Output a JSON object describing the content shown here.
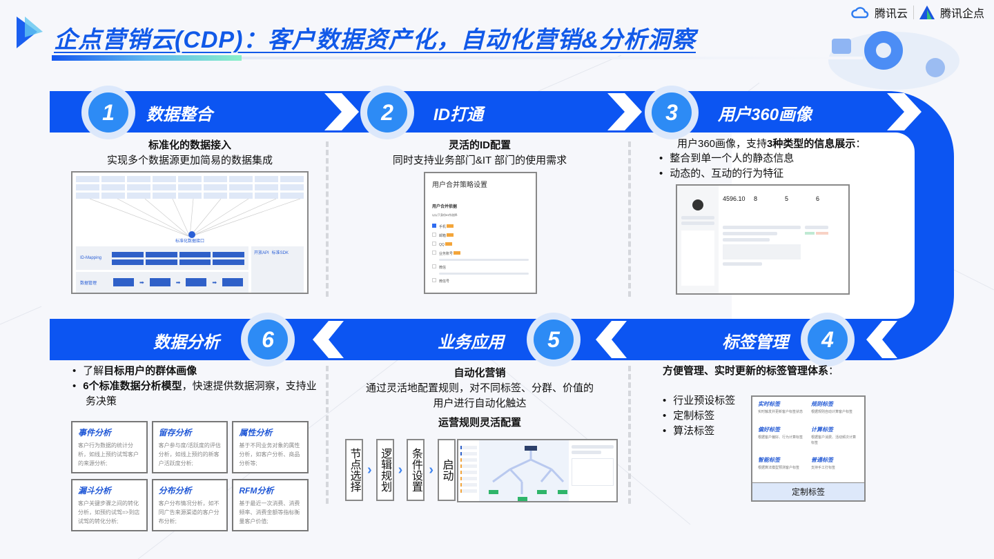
{
  "title": "企点营销云(CDP)：客户数据资产化，自动化营销&分析洞察",
  "logos": {
    "tencent_cloud": "腾讯云",
    "tencent_qidian": "腾讯企点"
  },
  "steps": [
    {
      "num": "1",
      "title": "数据整合"
    },
    {
      "num": "2",
      "title": "ID打通"
    },
    {
      "num": "3",
      "title": "用户360画像"
    },
    {
      "num": "4",
      "title": "标签管理"
    },
    {
      "num": "5",
      "title": "业务应用"
    },
    {
      "num": "6",
      "title": "数据分析"
    }
  ],
  "s1": {
    "heading": "标准化的数据接入",
    "sub": "实现多个数据源更加简易的数据集成",
    "mock": {
      "center": "标准化数据接口",
      "id_mapping": "ID-Mapping",
      "data_mgmt": "数据管理",
      "open_api": "开放API",
      "sdk": "标准SDK"
    }
  },
  "s2": {
    "heading": "灵活的ID配置",
    "sub": "同时支持业务部门&IT 部门的使用需求",
    "mock": {
      "title": "用户合并策略设置",
      "section": "用户合并依据",
      "hint": "以以下身份ID作选择:",
      "opts": [
        "手机",
        "邮箱",
        "QQ",
        "业务账号",
        "微信",
        "微信号"
      ]
    }
  },
  "s3": {
    "intro_pre": "用户360画像，支持",
    "intro_bold": "3种类型的信息展示",
    "intro_post": "：",
    "bullets": [
      "整合到单一个人的静态信息",
      "动态的、互动的行为特征"
    ],
    "mock": {
      "metrics": [
        "4596.10",
        "8",
        "5",
        "6"
      ]
    }
  },
  "s4": {
    "heading": "方便管理、实时更新的标签管理体系",
    "heading_post": "：",
    "bullets": [
      "行业预设标签",
      "定制标签",
      "算法标签"
    ],
    "tags": [
      {
        "name": "实时标签",
        "desc": "实时触发并更新客户标签状态"
      },
      {
        "name": "规则标签",
        "desc": "根据规则自动计算客户标签"
      },
      {
        "name": "偏好标签",
        "desc": "根据客户偏好、行为计算标签"
      },
      {
        "name": "计算标签",
        "desc": "根据客户消费、活动频次计算标签"
      },
      {
        "name": "智能标签",
        "desc": "根据算法模型预测客户标签"
      },
      {
        "name": "普通标签",
        "desc": "支持手工打标签"
      }
    ],
    "footer": "定制标签"
  },
  "s5": {
    "heading": "自动化营销",
    "sub1": "通过灵活地配置规则，对不同标签、分群、价值的",
    "sub2": "用户进行自动化触达",
    "heading2": "运营规则灵活配置",
    "flow": [
      "节点选择",
      "逻辑规划",
      "条件设置",
      "启动"
    ]
  },
  "s6": {
    "b1_pre": "了解",
    "b1_bold": "目标用户的群体画像",
    "b2_bold": "6个标准数据分析模型",
    "b2_post": "，快速提供数据洞察，支持业务决策",
    "cards": [
      {
        "name": "事件分析",
        "desc": "客户行为数据的统计分析，如线上预约试驾客户的来源分析;"
      },
      {
        "name": "留存分析",
        "desc": "客户参与度/活跃度的评估分析，如线上预约的新客户活跃度分析;"
      },
      {
        "name": "属性分析",
        "desc": "基于不同业务对象的属性分析，如客户分析、商品分析等;"
      },
      {
        "name": "漏斗分析",
        "desc": "客户关键步骤之间的转化分析，如预约试驾=>到店试驾的转化分析;"
      },
      {
        "name": "分布分析",
        "desc": "客户分布情况分析，如不同广告来源渠道的客户分布分析;"
      },
      {
        "name": "RFM分析",
        "desc": "基于最近一次消费、消费频率、消费金额等指标衡量客户价值;"
      }
    ]
  },
  "colors": {
    "brand": "#0c55f2",
    "circle": "#2d8bf5",
    "title": "#1159e8"
  }
}
